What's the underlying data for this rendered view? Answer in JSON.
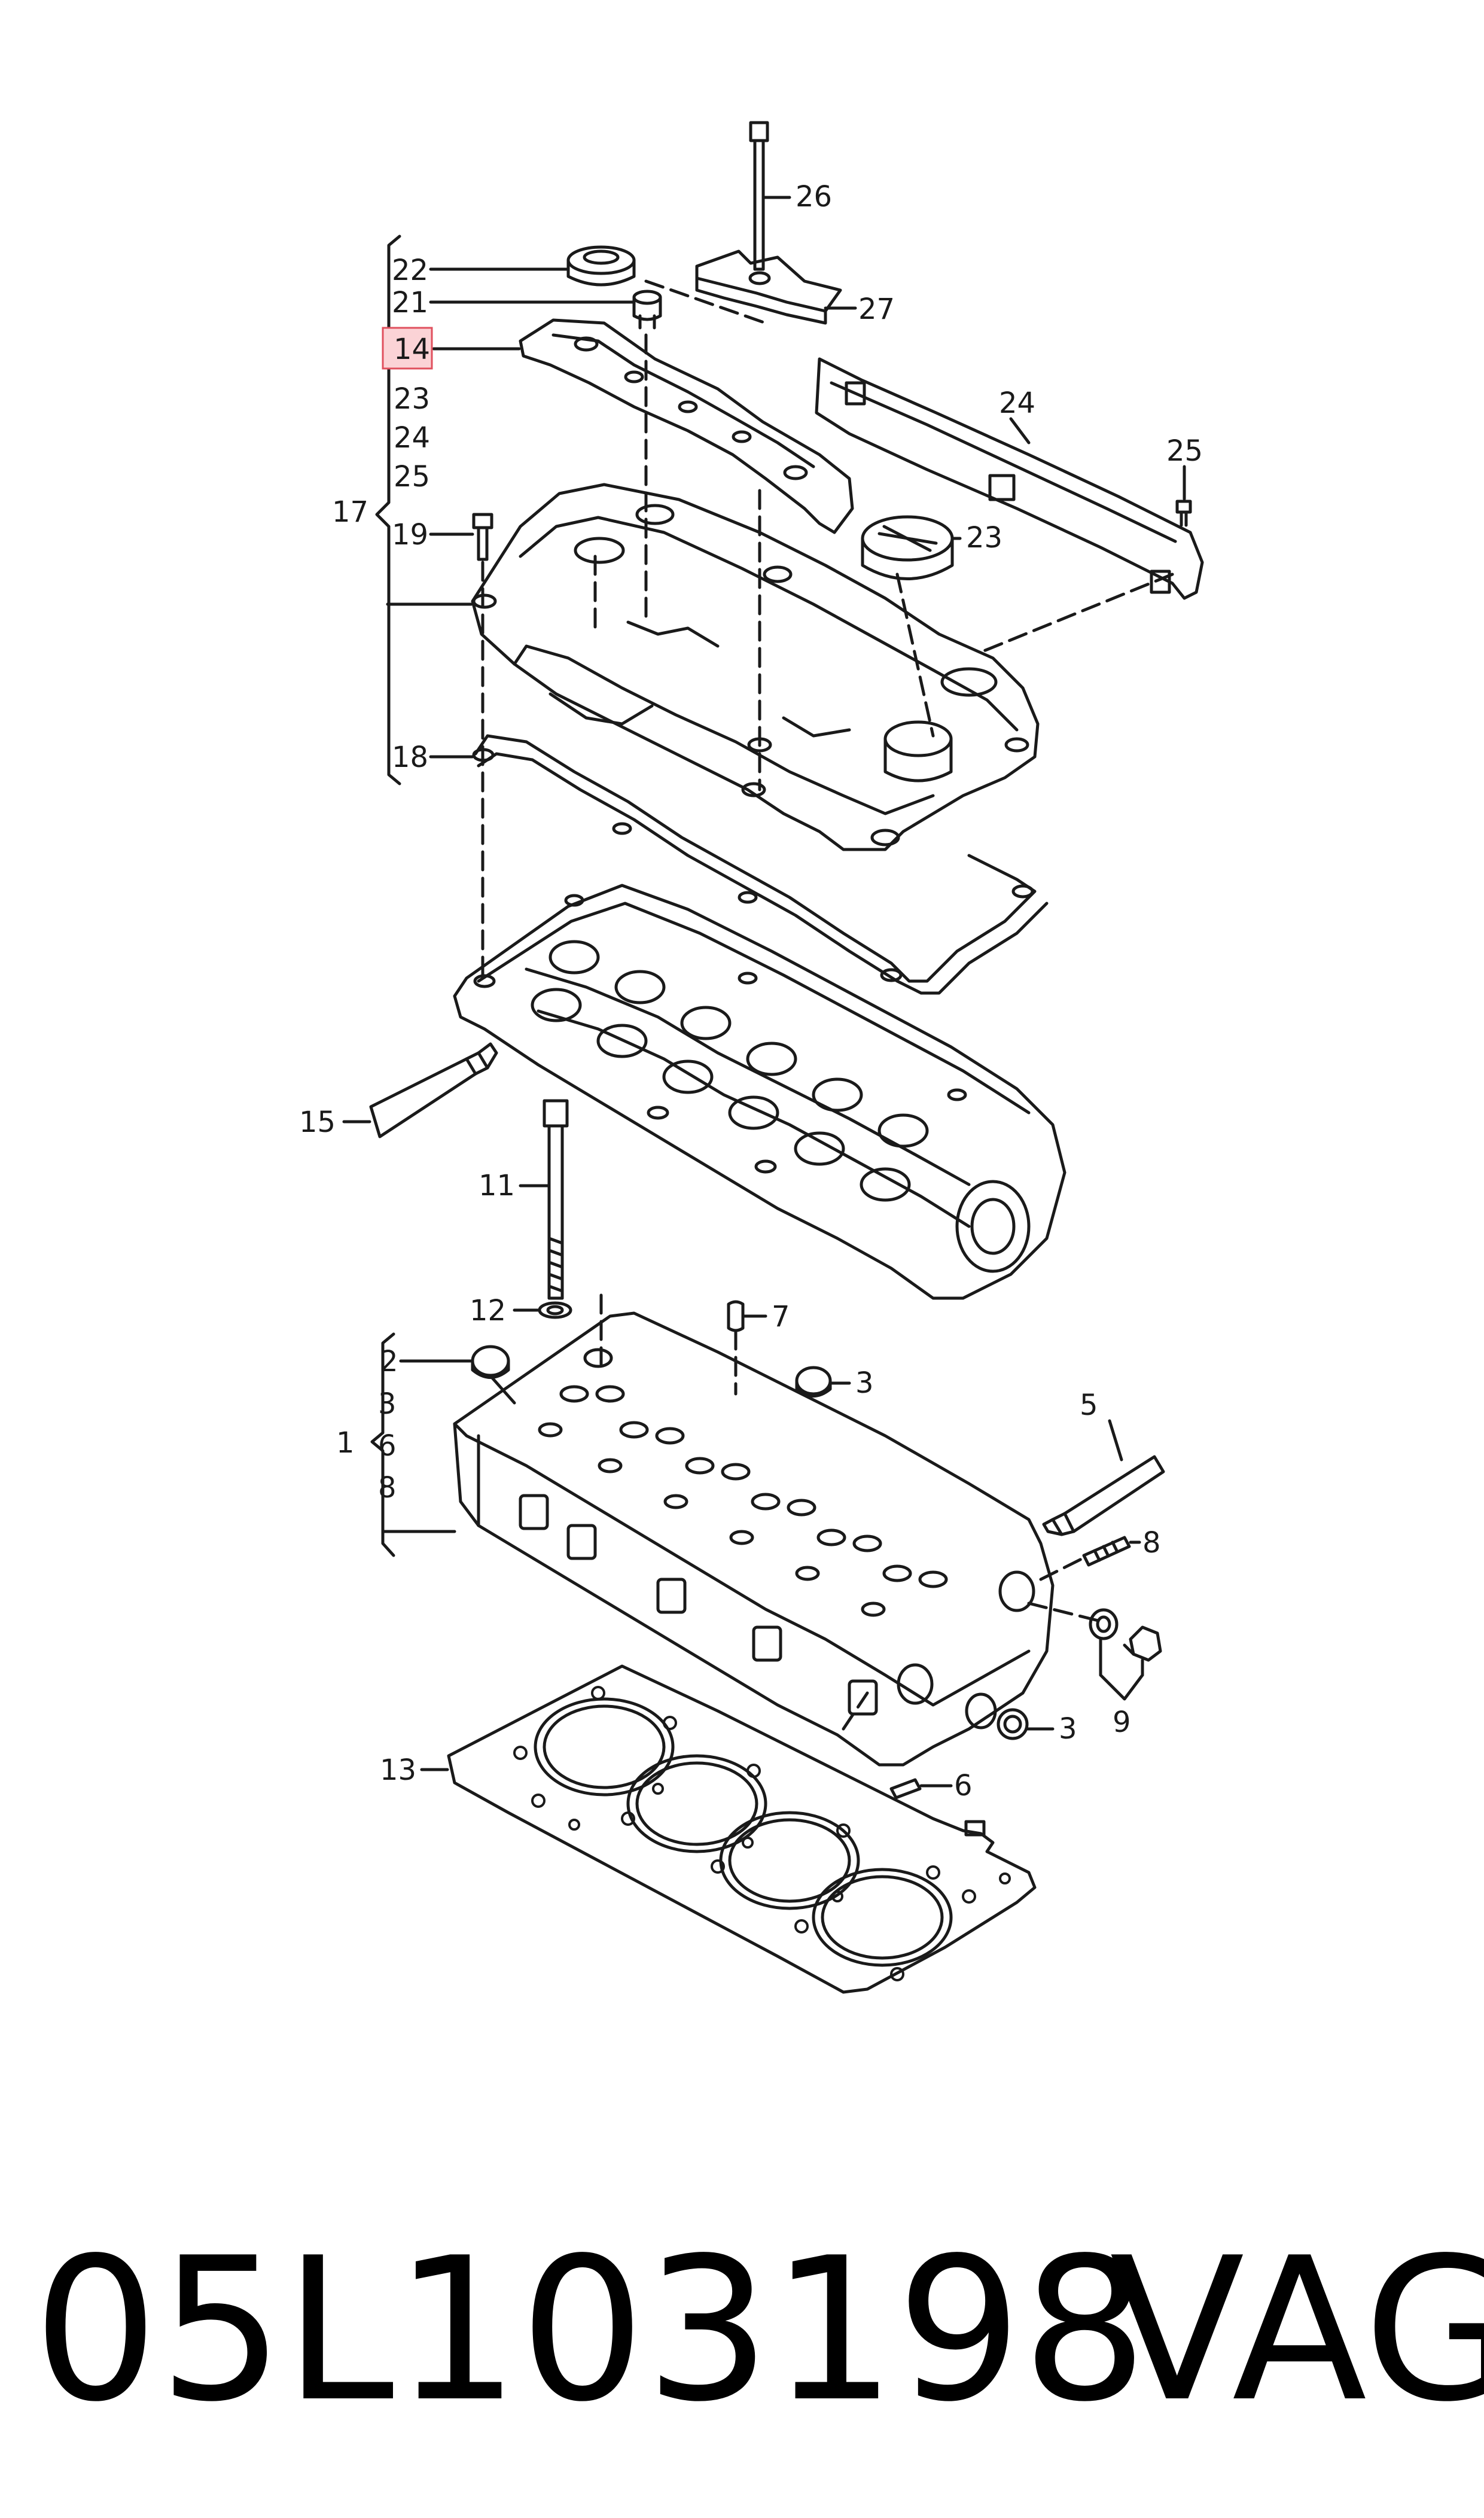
{
  "callouts": {
    "c1": "1",
    "c2": "2",
    "c3a": "3",
    "c3b": "3",
    "c3c": "3",
    "c5": "5",
    "c6a": "6",
    "c6b": "6",
    "c7": "7",
    "c8a": "8",
    "c8b": "8",
    "c9": "9",
    "c11": "11",
    "c12": "12",
    "c13": "13",
    "c14": "14",
    "c15": "15",
    "c17": "17",
    "c18": "18",
    "c19": "19",
    "c21": "21",
    "c22": "22",
    "c23a": "23",
    "c23b": "23",
    "c24a": "24",
    "c24b": "24",
    "c25a": "25",
    "c25b": "25",
    "c26": "26",
    "c27": "27"
  },
  "caption": {
    "part_number": "05L103198",
    "brand": "VAG"
  },
  "colors": {
    "line": "#1a1a1a",
    "highlight_fill": "#fbd3d6",
    "highlight_border": "#e0505e"
  }
}
